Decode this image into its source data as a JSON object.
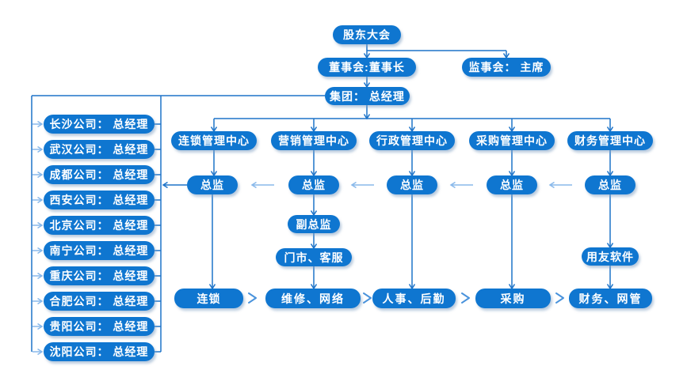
{
  "nodes": {
    "shareholders": "股东大会",
    "board": "董事会:董事长",
    "supervisory": "监事会： 主席",
    "group": "集团： 总经理",
    "deputy": "副总监",
    "stores": "门市、客服",
    "software": "用友软件"
  },
  "centers": [
    "连锁管理中心",
    "营销管理中心",
    "行政管理中心",
    "采购管理中心",
    "财务管理中心"
  ],
  "directors": [
    "总监",
    "总监",
    "总监",
    "总监",
    "总监"
  ],
  "bottom": [
    "连锁",
    "维修、网络",
    "人事、后勤",
    "采购",
    "财务、网管"
  ],
  "companies": [
    "长沙公司： 总经理",
    "武汉公司： 总经理",
    "成都公司： 总经理",
    "西安公司： 总经理",
    "北京公司： 总经理",
    "南宁公司： 总经理",
    "重庆公司： 总经理",
    "合肥公司： 总经理",
    "贵阳公司： 总经理",
    "沈阳公司： 总经理"
  ],
  "colors": {
    "node_fill": "#0f76d0",
    "node_text": "#ffffff",
    "connector": "#1e74c9",
    "light_arrow": "#88b8ea",
    "chevron": "#4a93dc"
  }
}
